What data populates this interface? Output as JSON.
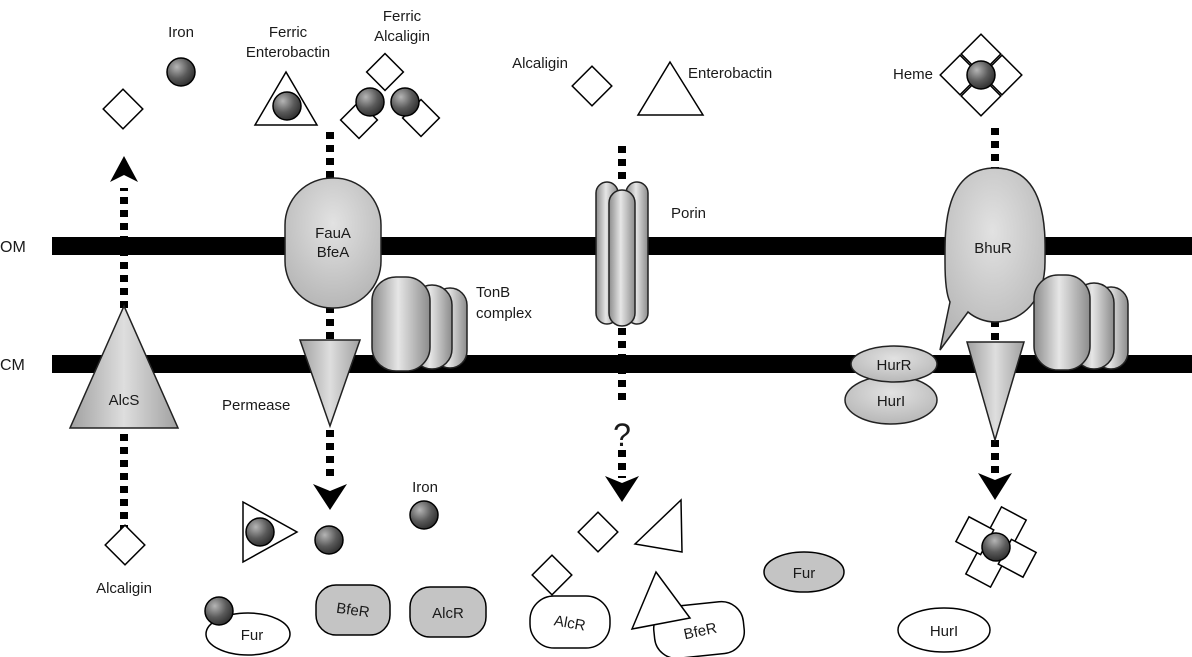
{
  "colors": {
    "membrane": "#000000",
    "protein_fill_light": "#e8e8e8",
    "protein_fill_dark": "#9a9a9a",
    "iron_fill": "#555555",
    "outline": "#1a1a1a"
  },
  "membranes": {
    "outer": "OM",
    "cytoplasmic": "CM"
  },
  "extracellular": {
    "iron": "Iron",
    "ferric_enterobactin": [
      "Ferric",
      "Enterobactin"
    ],
    "ferric_alcaligin": [
      "Ferric",
      "Alcaligin"
    ],
    "alcaligin": "Alcaligin",
    "enterobactin": "Enterobactin",
    "heme": "Heme"
  },
  "proteins": {
    "faua_bfea": [
      "FauA",
      "BfeA"
    ],
    "tonb_complex": [
      "TonB",
      "complex"
    ],
    "porin": "Porin",
    "bhur": "BhuR",
    "alcs": "AlcS",
    "permease": "Permease",
    "hurr": "HurR",
    "huri_membrane": "HurI"
  },
  "cytoplasm": {
    "alcaligin_inside": "Alcaligin",
    "iron_inside": "Iron",
    "question_mark": "?",
    "fur_bound": "Fur",
    "bfer_1": "BfeR",
    "alcr_1": "AlcR",
    "alcr_2": "AlcR",
    "bfer_2": "BfeR",
    "fur_free": "Fur",
    "huri_free": "HurI"
  }
}
